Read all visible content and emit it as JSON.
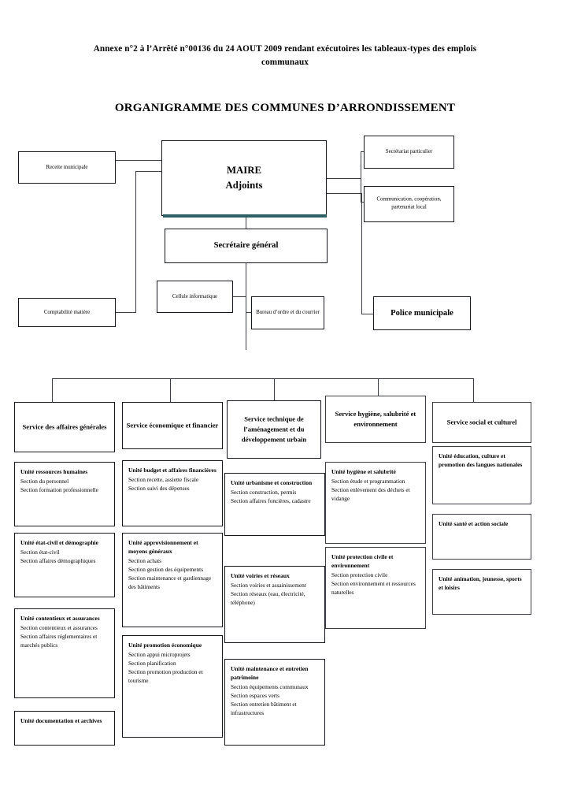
{
  "document": {
    "annexe_title": "Annexe n°2 à l’Arrêté n°00136 du 24 AOUT 2009 rendant exécutoires les tableaux-types des emplois communaux",
    "chart_title": "ORGANIGRAMME DES COMMUNES D’ARRONDISSEMENT"
  },
  "colors": {
    "accent_bar": "#2d5f63",
    "box_border": "#15181c",
    "box_border_thick": "#3b3f45",
    "connector": "#3a3d42",
    "background": "#ffffff"
  },
  "executive": {
    "maire": "MAIRE",
    "adjoints": "Adjoints",
    "secretaire_general": "Secrétaire général",
    "recette_municipale": "Recette municipale",
    "comptabilite_matiere": "Comptabilité matière",
    "secretariat_particulier": "Secrétariat particulier",
    "communication": "Communication, coopération, partenariat local",
    "cellule_informatique": "Cellule informatique",
    "bureau_ordre": "Bureau d’ordre et du courrier",
    "police_municipale": "Police municipale"
  },
  "services": [
    {
      "name": "Service des affaires générales"
    },
    {
      "name": "Service économique et financier"
    },
    {
      "name": "Service technique de l’aménagement et du développement urbain"
    },
    {
      "name": "Service hygiène, salubrité et environnement"
    },
    {
      "name": "Service social et culturel"
    }
  ],
  "units": {
    "affaires_generales": [
      {
        "header": "Unité ressources humaines",
        "lines": [
          "Section du personnel",
          "Section formation professionnelle"
        ]
      },
      {
        "header": "Unité état-civil et démographie",
        "lines": [
          "Section état-civil",
          "Section affaires démographiques"
        ]
      },
      {
        "header": "Unité contentieux et assurances",
        "lines": [
          "Section contentieux et assurances",
          "Section affaires réglementaires et marchés publics"
        ]
      },
      {
        "header": "Unité documentation et archives",
        "lines": []
      }
    ],
    "economique_financier": [
      {
        "header": "Unité budget et affaires financières",
        "lines": [
          "Section recette, assiette fiscale",
          "Section suivi des dépenses"
        ]
      },
      {
        "header": "Unité approvisionnement et moyens généraux",
        "lines": [
          "Section achats",
          "Section gestion des équipements",
          "Section maintenance et gardiennage des bâtiments"
        ]
      },
      {
        "header": "Unité promotion économique",
        "lines": [
          "Section appui microprojets",
          "Section planification",
          "Section promotion production et tourisme"
        ]
      }
    ],
    "technique": [
      {
        "header": "Unité urbanisme et construction",
        "lines": [
          "Section construction, permis",
          "Section affaires foncières, cadastre"
        ]
      },
      {
        "header": "Unité voiries et réseaux",
        "lines": [
          "Section voiries et assainissement",
          "Section réseaux (eau, électricité, téléphone)"
        ]
      },
      {
        "header": "Unité maintenance et entretien patrimoine",
        "lines": [
          "Section équipements communaux",
          "Section espaces verts",
          "Section entretien bâtiment et infrastructures"
        ]
      }
    ],
    "hygiene": [
      {
        "header": "Unité hygiène et salubrité",
        "lines": [
          "Section étude et programmation",
          "Section enlèvement des déchets et vidange"
        ]
      },
      {
        "header": "Unité protection civile et environnement",
        "lines": [
          "Section protection civile",
          "Section environnement et ressources naturelles"
        ]
      }
    ],
    "social_culturel": [
      {
        "header": "Unité éducation, culture et promotion des langues nationales",
        "lines": []
      },
      {
        "header": "Unité santé et action sociale",
        "lines": []
      },
      {
        "header": "Unité animation, jeunesse, sports et loisirs",
        "lines": []
      }
    ]
  }
}
